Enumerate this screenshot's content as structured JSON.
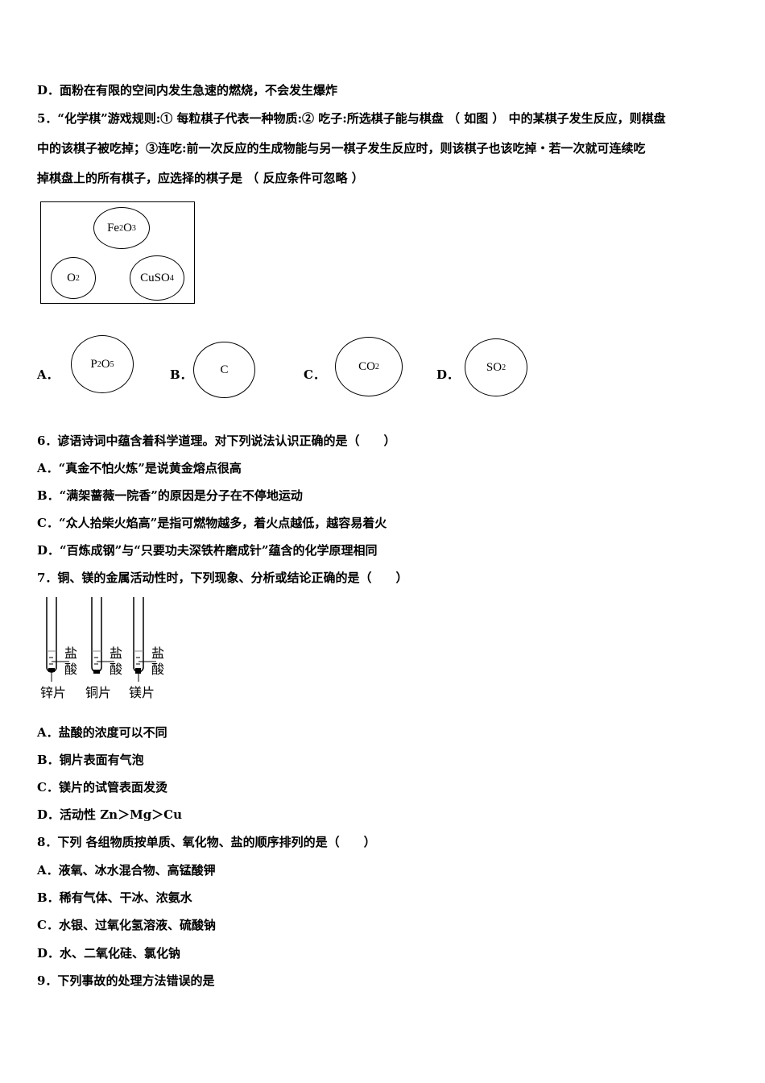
{
  "q4": {
    "optD": "D．面粉在有限的空间内发生急速的燃烧，不会发生爆炸"
  },
  "q5": {
    "lines": [
      "5．“化学棋”游戏规则:① 每粒棋子代表一种物质:② 吃子:所选棋子能与棋盘 （ 如图 ） 中的某棋子发生反应，则棋盘",
      "中的该棋子被吃掉；③连吃:前一次反应的生成物能与另一棋子发生反应时，则该棋子也该吃掉・若一次就可连续吃",
      "掉棋盘上的所有棋子，应选择的棋子是 （ 反应条件可忽略 ）"
    ],
    "board": [
      {
        "main": "Fe",
        "sub1": "2",
        "mid": "O",
        "sub2": "3"
      },
      {
        "main": "O",
        "sub1": "2",
        "mid": "",
        "sub2": ""
      },
      {
        "main": "CuSO",
        "sub1": "4",
        "mid": "",
        "sub2": ""
      }
    ],
    "options": [
      {
        "label": "A．",
        "main": "P",
        "sub1": "2",
        "mid": "O",
        "sub2": "5"
      },
      {
        "label": "B．",
        "main": "C",
        "sub1": "",
        "mid": "",
        "sub2": ""
      },
      {
        "label": "C．",
        "main": "CO",
        "sub1": "2",
        "mid": "",
        "sub2": ""
      },
      {
        "label": "D．",
        "main": "SO",
        "sub1": "2",
        "mid": "",
        "sub2": ""
      }
    ]
  },
  "q6": {
    "stem": "6．谚语诗词中蕴含着科学道理。对下列说法认识正确的是（　　）",
    "options": [
      "A．“真金不怕火炼”是说黄金熔点很高",
      "B．“满架蔷薇一院香”的原因是分子在不停地运动",
      "C．“众人拾柴火焰高”是指可燃物越多，着火点越低，越容易着火",
      "D．“百炼成钢”与“只要功夫深铁杵磨成针”蕴含的化学原理相同"
    ]
  },
  "q7": {
    "stem": "7．铜、镁的金属活动性时，下列现象、分析或结论正确的是（　　）",
    "tubes": [
      {
        "acid1": "盐",
        "acid2": "酸",
        "metal": "锌片"
      },
      {
        "acid1": "盐",
        "acid2": "酸",
        "metal": "铜片"
      },
      {
        "acid1": "盐",
        "acid2": "酸",
        "metal": "镁片"
      }
    ],
    "options": [
      "A．盐酸的浓度可以不同",
      "B．铜片表面有气泡",
      "C．镁片的试管表面发烫",
      "D．活动性 Zn＞Mg＞Cu"
    ]
  },
  "q8": {
    "stem": "8．下列 各组物质按单质、氧化物、盐的顺序排列的是（　　）",
    "options": [
      "A．液氧、冰水混合物、高锰酸钾",
      "B．稀有气体、干冰、浓氨水",
      "C．水银、过氧化氢溶液、硫酸钠",
      "D．水、二氧化硅、氯化钠"
    ]
  },
  "q9": {
    "stem": "9．下列事故的处理方法错误的是"
  }
}
